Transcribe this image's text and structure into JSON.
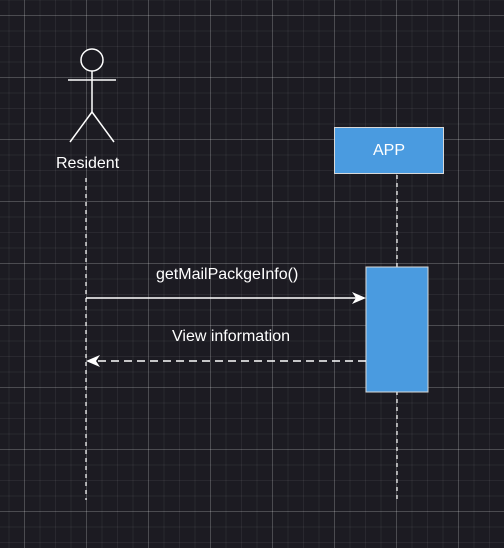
{
  "diagram": {
    "type": "sequence",
    "participants": [
      {
        "name": "Resident",
        "kind": "actor"
      },
      {
        "name": "APP",
        "kind": "object"
      }
    ],
    "messages": [
      {
        "label": "getMailPackgeInfo()",
        "from": "Resident",
        "to": "APP",
        "style": "solid"
      },
      {
        "label": "View information",
        "from": "APP",
        "to": "Resident",
        "style": "dashed"
      }
    ]
  },
  "colors": {
    "background": "#1c1b22",
    "participant_fill": "#4a9be0",
    "lines": "#ffffff"
  }
}
